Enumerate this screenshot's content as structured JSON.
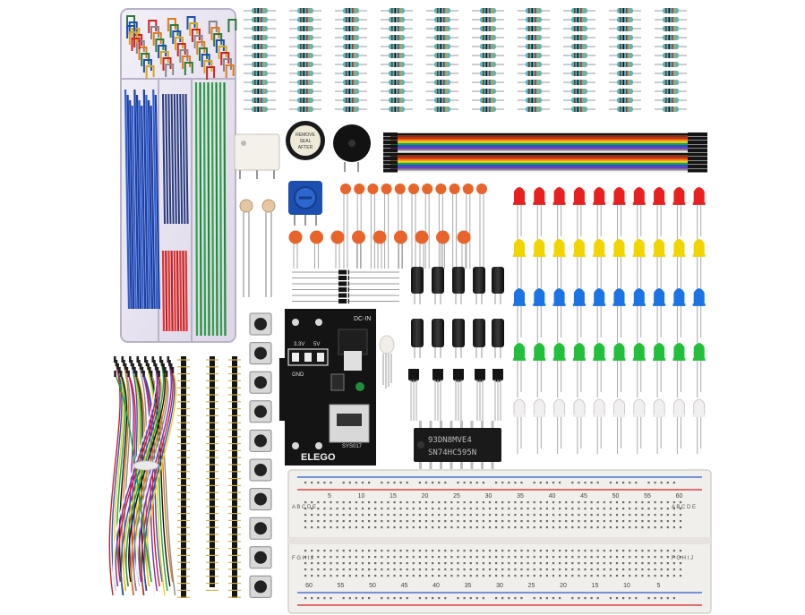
{
  "power_module": {
    "brand": "ELEGO",
    "label_dc": "DC-IN",
    "label_3v": "3.3V",
    "label_5v": "5V",
    "label_gnd": "GND",
    "label_model": "SYS017"
  },
  "chip": {
    "line1": "93DN8MVE4",
    "line2": "SN74HC595N"
  },
  "buzzer": {
    "sticker_line1": "REMOVE",
    "sticker_line2": "SEAL",
    "sticker_line3": "AFTER"
  },
  "breadboard": {
    "top_numbers": [
      "5",
      "10",
      "15",
      "20",
      "25",
      "30",
      "35",
      "40",
      "45",
      "50",
      "55",
      "60"
    ],
    "bottom_numbers": [
      "60",
      "55",
      "50",
      "45",
      "40",
      "35",
      "30",
      "25",
      "20",
      "15",
      "10",
      "5"
    ],
    "rows_left_top": "A B C D E",
    "rows_left_bottom": "F G H I J",
    "rows_right_top": "A B C D E",
    "rows_right_bottom": "F G H I J"
  },
  "colors": {
    "led_red": "#e8201f",
    "led_yellow": "#f2d500",
    "led_blue": "#1b74e4",
    "led_green": "#22c03a",
    "resistor_body": "#4fb7c9",
    "ceramic_cap": "#e8642a",
    "module_pcb": "#141414"
  }
}
